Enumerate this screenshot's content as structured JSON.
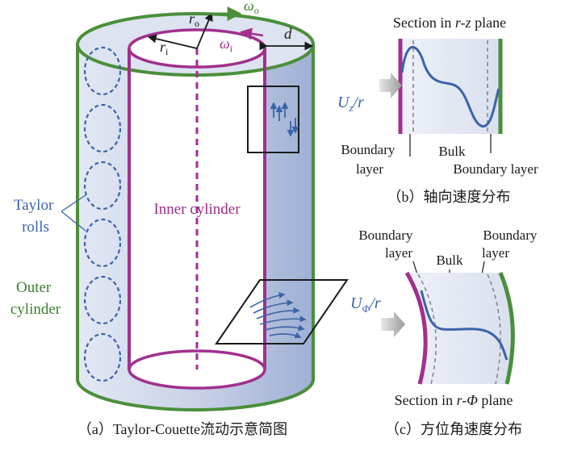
{
  "figure": {
    "main": {
      "r_o": "r",
      "r_o_sub": "o",
      "r_i": "r",
      "r_i_sub": "i",
      "omega_o": "ω",
      "omega_o_sub": "o",
      "omega_i": "ω",
      "omega_i_sub": "i",
      "d": "d",
      "taylor_rolls": [
        "Taylor",
        "rolls"
      ],
      "outer_cylinder": [
        "Outer",
        "cylinder"
      ],
      "inner_cylinder": "Inner cylinder",
      "caption": "（a）Taylor-Couette流动示意简图"
    },
    "panel_b": {
      "title_prefix": "Section in ",
      "title_var": "r-z",
      "title_suffix": " plane",
      "u_label": "U",
      "u_sub": "z",
      "u_den": "/r",
      "boundary_left": [
        "Boundary",
        "layer"
      ],
      "bulk": "Bulk",
      "boundary_right": "Boundary layer",
      "caption": "（b）轴向速度分布"
    },
    "panel_c": {
      "boundary_left": [
        "Boundary",
        "layer"
      ],
      "bulk": "Bulk",
      "boundary_right": [
        "Boundary",
        "layer"
      ],
      "u_label": "U",
      "u_sub": "Φ",
      "u_den": "/r",
      "title_prefix": "Section in ",
      "title_var": "r-Φ",
      "title_suffix": " plane",
      "caption": "（c）方位角速度分布"
    },
    "colors": {
      "outer_green": "#4a8f3a",
      "inner_purple": "#a1308e",
      "roll_blue": "#3a64a8",
      "fluid": "#d6dcec",
      "fluid_dark": "#a9b6d6"
    }
  }
}
